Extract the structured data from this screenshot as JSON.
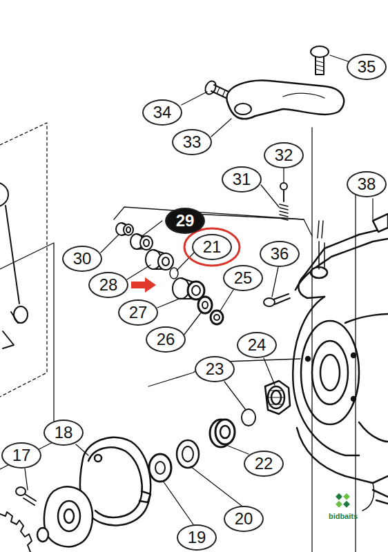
{
  "diagram": {
    "labels": [
      "35",
      "34",
      "33",
      "32",
      "31",
      "38",
      "29",
      "21",
      "36",
      "30",
      "25",
      "28",
      "27",
      "26",
      "24",
      "23",
      "18",
      "17",
      "22",
      "20",
      "19",
      "bidbaits"
    ]
  }
}
